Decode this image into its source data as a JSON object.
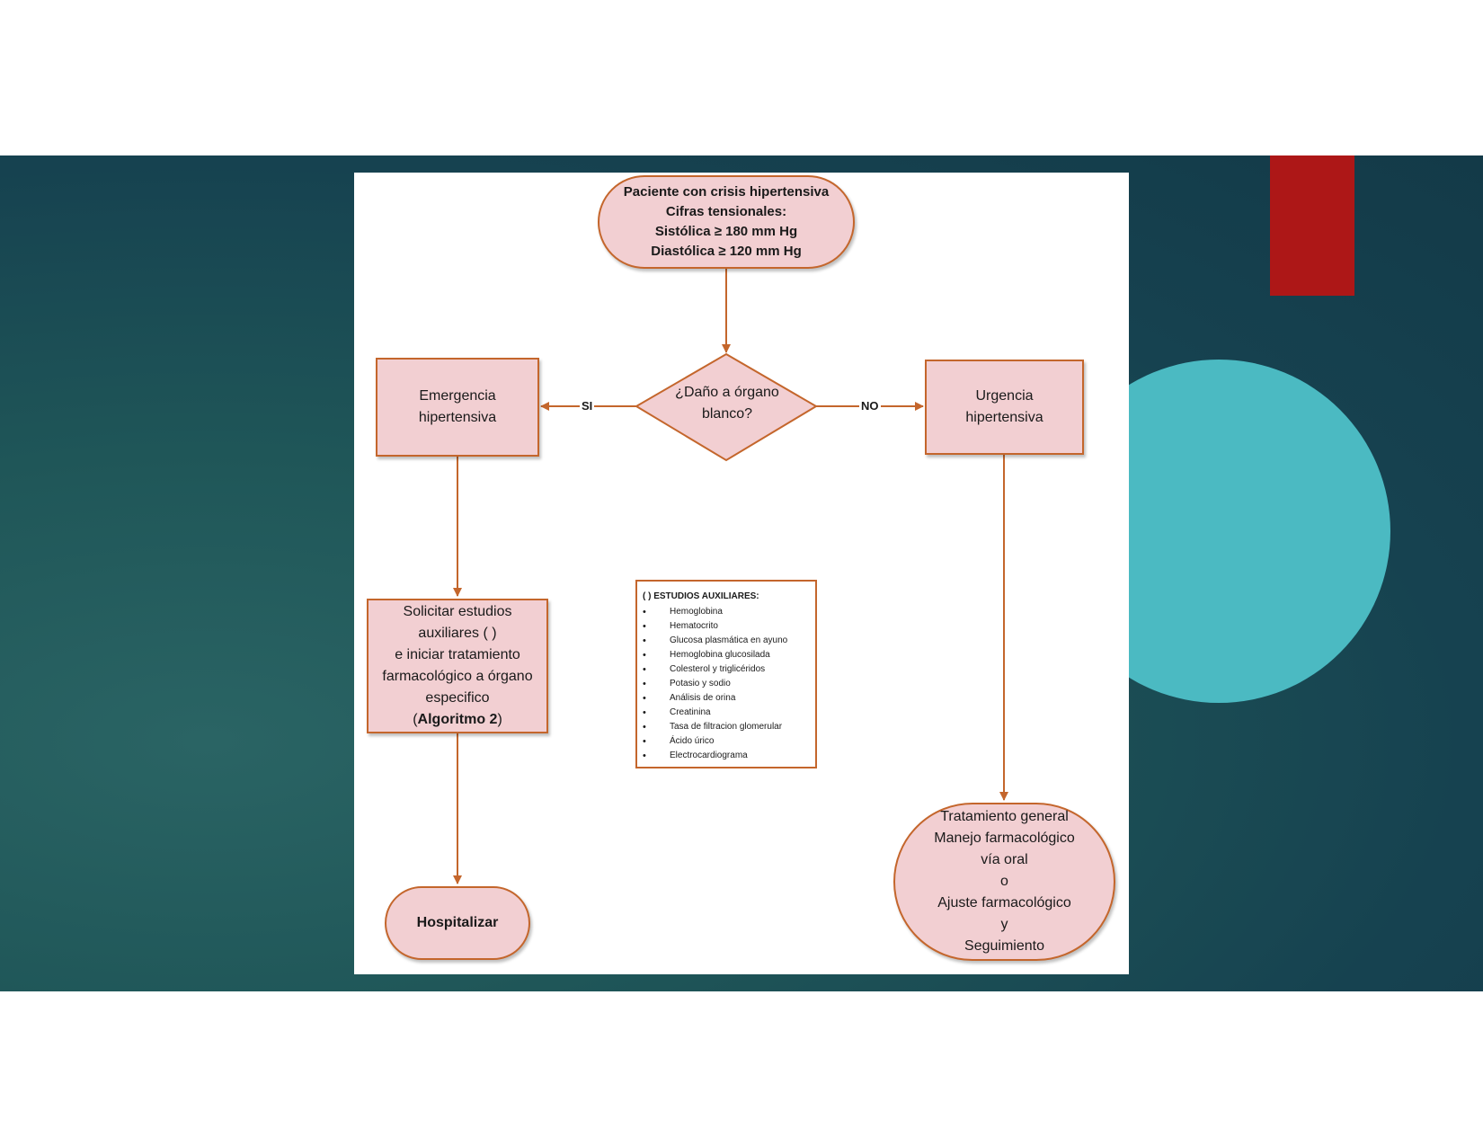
{
  "colors": {
    "slide_bg": "#1f5658",
    "red_accent": "#ad1717",
    "teal_circle": "#4bbac2",
    "node_fill": "#f2cfd2",
    "node_border": "#c4662c"
  },
  "flowchart": {
    "start": "Paciente con crisis hipertensiva\nCifras tensionales:\nSistólica ≥ 180 mm Hg\nDiastólica ≥ 120 mm Hg",
    "decision": "¿Daño a órgano\nblanco?",
    "label_yes": "SI",
    "label_no": "NO",
    "emergency": "Emergencia\nhipertensiva",
    "urgency": "Urgencia\nhipertensiva",
    "request_studies_main": "Solicitar estudios\nauxiliares (   )\ne  iniciar tratamiento\nfarmacológico a órgano\nespecifico\n(",
    "request_studies_bold": "Algoritmo 2",
    "request_studies_close": ")",
    "hospitalize": "Hospitalizar",
    "treatment": "Tratamiento general\nManejo farmacológico\nvía oral\no\nAjuste farmacológico\ny\nSeguimiento"
  },
  "auxiliary_studies": {
    "title": "(    ) ESTUDIOS AUXILIARES:",
    "items": [
      "Hemoglobina",
      "Hematocrito",
      "Glucosa plasmática en ayuno",
      "Hemoglobina glucosilada",
      "Colesterol y triglicéridos",
      "Potasio y sodio",
      "Análisis de orina",
      "Creatinina",
      "Tasa de filtracion glomerular",
      "Ácido úrico",
      "Electrocardiograma"
    ]
  }
}
